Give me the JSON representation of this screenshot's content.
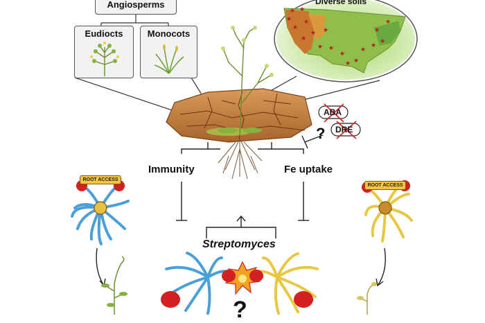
{
  "taxonomy": {
    "root": "Angiosperms",
    "children": [
      "Eudiocts",
      "Monocots"
    ]
  },
  "map": {
    "title": "Diverse soils"
  },
  "mechanisms": {
    "left": "Immunity",
    "right": "Fe uptake",
    "hormone": "ABA",
    "element": "DRE",
    "question": "?"
  },
  "microbe": {
    "genus": "Streptomyces",
    "badge_left": "ROOT ACCESS",
    "badge_right": "ROOT ACCESS",
    "outcome": "?"
  },
  "colors": {
    "blue_strain": "#4a9fd8",
    "yellow_strain": "#e8c840",
    "soil": "#c98a4a",
    "glove_red": "#d32020",
    "star_red": "#b0201f"
  }
}
